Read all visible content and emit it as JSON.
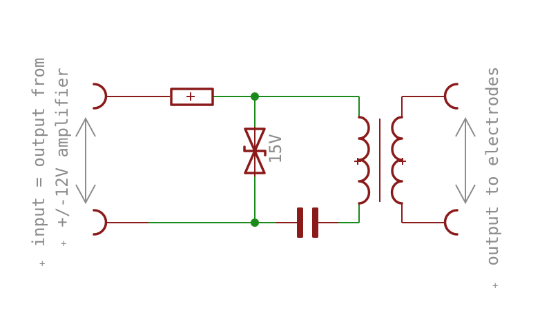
{
  "labels": {
    "input_line1": "input = output from",
    "input_line2": "+/-12V amplifier",
    "output": "output to electrodes",
    "zener_value": "15V"
  },
  "origin_marker": "+",
  "colors": {
    "wire": "#1a8a1a",
    "component": "#8b1a1a",
    "annotation": "#8c8c8c",
    "background": "#ffffff"
  },
  "icons": {
    "connector": "half-circle-terminal",
    "resistor": "resistor-box",
    "zener": "bidirectional-zener-diode",
    "capacitor": "capacitor-plates",
    "transformer": "transformer-coils",
    "arrow": "double-headed-arrow"
  }
}
